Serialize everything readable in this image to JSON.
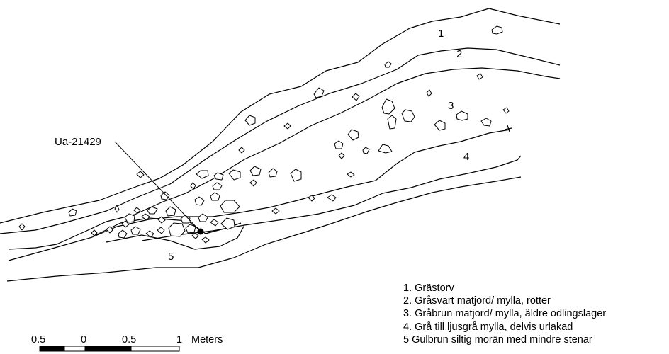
{
  "sample_label": "Ua-21429",
  "layer_numbers": [
    "1",
    "2",
    "3",
    "4",
    "5"
  ],
  "legend": [
    "1. Grästorv",
    "2. Gråsvart matjord/ mylla, rötter",
    "3. Gråbrun matjord/ mylla, äldre odlingslager",
    "4. Grå till ljusgrå mylla, delvis urlakad",
    "5 Gulbrun siltig morän med mindre stenar"
  ],
  "scale": {
    "ticks": [
      "0.5",
      "0",
      "0.5",
      "1"
    ],
    "unit": "Meters"
  }
}
